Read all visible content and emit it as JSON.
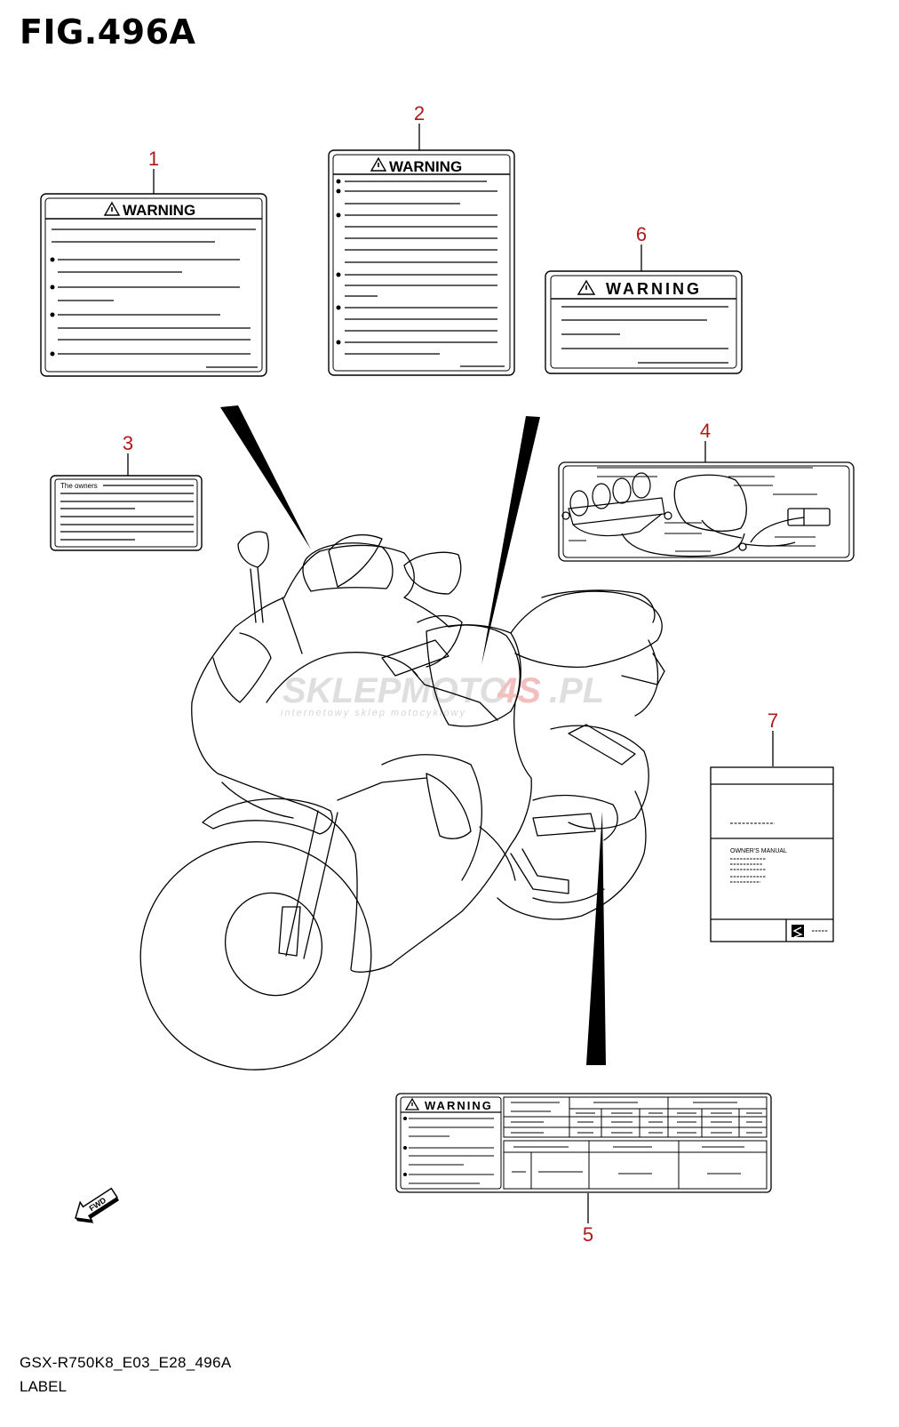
{
  "figure": {
    "title": "FIG.496A",
    "code": "GSX-R750K8_E03_E28_496A",
    "name": "LABEL"
  },
  "colors": {
    "callout_number": "#b01818",
    "line": "#000000",
    "watermark_main": "#d9d9d9",
    "watermark_accent": "#f0b3b3"
  },
  "callouts": [
    "1",
    "2",
    "3",
    "4",
    "5",
    "6",
    "7"
  ],
  "labels": {
    "warning_text": "WARNING",
    "owners_text": "The owners",
    "manual_text": "OWNER'S MANUAL"
  },
  "fwd_text": "FWD",
  "watermark": {
    "main": "SKLEPMOTO",
    "accent": "4S",
    "suffix": ".PL",
    "sub": "internetowy sklep motocyklowy"
  },
  "icons": [
    "warning-triangle-icon",
    "suzuki-logo-icon",
    "fwd-arrow-icon"
  ]
}
